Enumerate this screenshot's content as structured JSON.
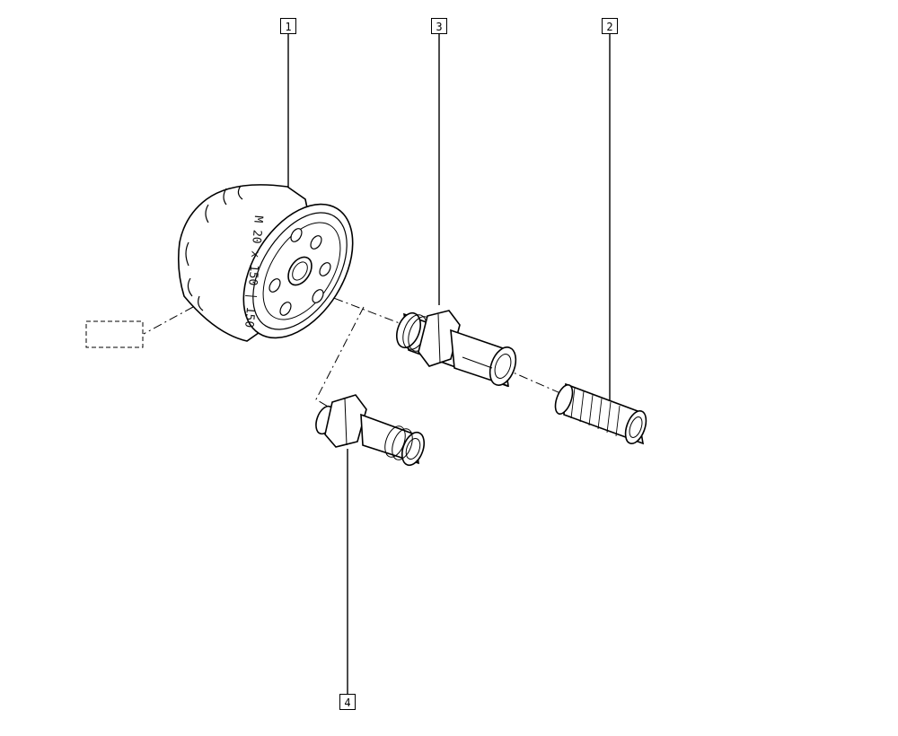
{
  "callouts": {
    "filter": "1",
    "sleeve": "2",
    "long_union": "3",
    "short_union": "4"
  },
  "filter_marking": "M 20 x 150 | 150",
  "colors": {
    "line": "#000000",
    "paper": "#ffffff"
  }
}
